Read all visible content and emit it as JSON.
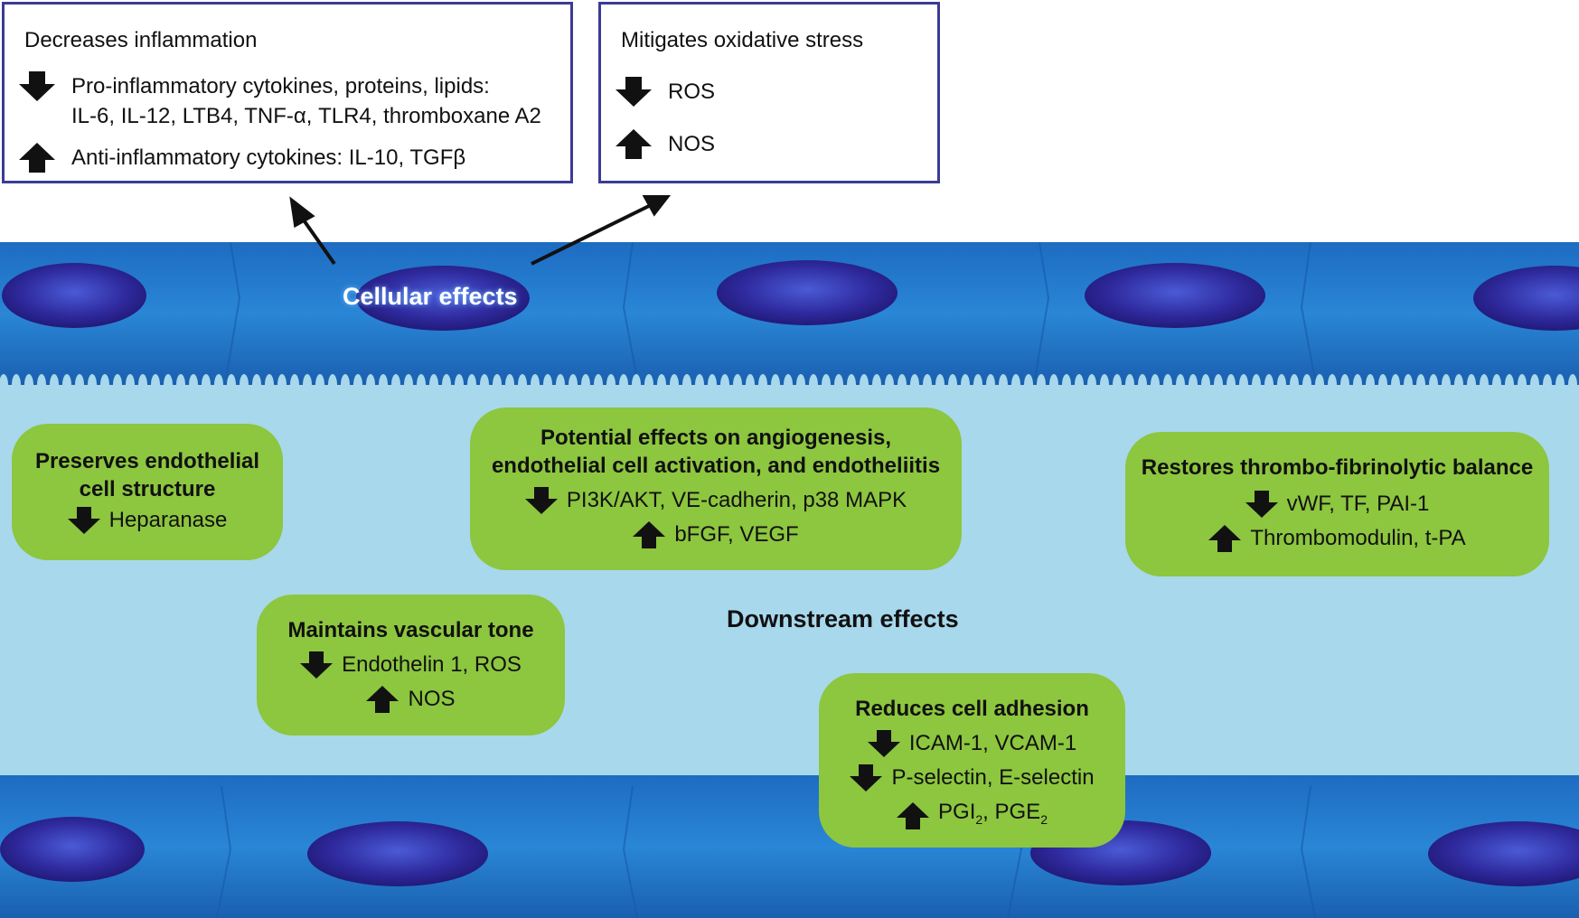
{
  "diagram": {
    "colors": {
      "box_border": "#3b3b97",
      "green_box": "#8dc63f",
      "lumen": "#a8d8ec",
      "cell_blue": "#1f6fc4",
      "nucleus": "#2a2290"
    },
    "cellular_label": "Cellular effects",
    "downstream_label": "Downstream effects",
    "inflammation_box": {
      "title": "Decreases inflammation",
      "items": [
        {
          "direction": "down",
          "text": "Pro-inflammatory cytokines, proteins, lipids:",
          "text2": "IL-6, IL-12, LTB4, TNF-α, TLR4, thromboxane A2"
        },
        {
          "direction": "up",
          "text": "Anti-inflammatory cytokines: IL-10, TGFβ"
        }
      ]
    },
    "oxidative_box": {
      "title": "Mitigates oxidative stress",
      "items": [
        {
          "direction": "down",
          "text": "ROS"
        },
        {
          "direction": "up",
          "text": "NOS"
        }
      ]
    },
    "structure_box": {
      "title1": "Preserves endothelial",
      "title2": "cell structure",
      "items": [
        {
          "direction": "down",
          "text": "Heparanase"
        }
      ]
    },
    "angiogenesis_box": {
      "title1": "Potential effects on angiogenesis,",
      "title2": "endothelial cell activation, and endotheliitis",
      "items": [
        {
          "direction": "down",
          "text": "PI3K/AKT, VE-cadherin, p38 MAPK"
        },
        {
          "direction": "up",
          "text": "bFGF, VEGF"
        }
      ]
    },
    "thrombo_box": {
      "title": "Restores thrombo-fibrinolytic balance",
      "items": [
        {
          "direction": "down",
          "text": "vWF, TF, PAI-1"
        },
        {
          "direction": "up",
          "text": "Thrombomodulin, t-PA"
        }
      ]
    },
    "vascular_box": {
      "title": "Maintains vascular tone",
      "items": [
        {
          "direction": "down",
          "text": "Endothelin 1, ROS"
        },
        {
          "direction": "up",
          "text": "NOS"
        }
      ]
    },
    "adhesion_box": {
      "title": "Reduces cell adhesion",
      "items": [
        {
          "direction": "down",
          "text": "ICAM-1, VCAM-1"
        },
        {
          "direction": "down",
          "text": "P-selectin, E-selectin"
        },
        {
          "direction": "up",
          "pgi": "PGI",
          "pgi_sub": "2",
          "pge": "PGE",
          "pge_sub": "2",
          "sep": ", "
        }
      ]
    }
  }
}
